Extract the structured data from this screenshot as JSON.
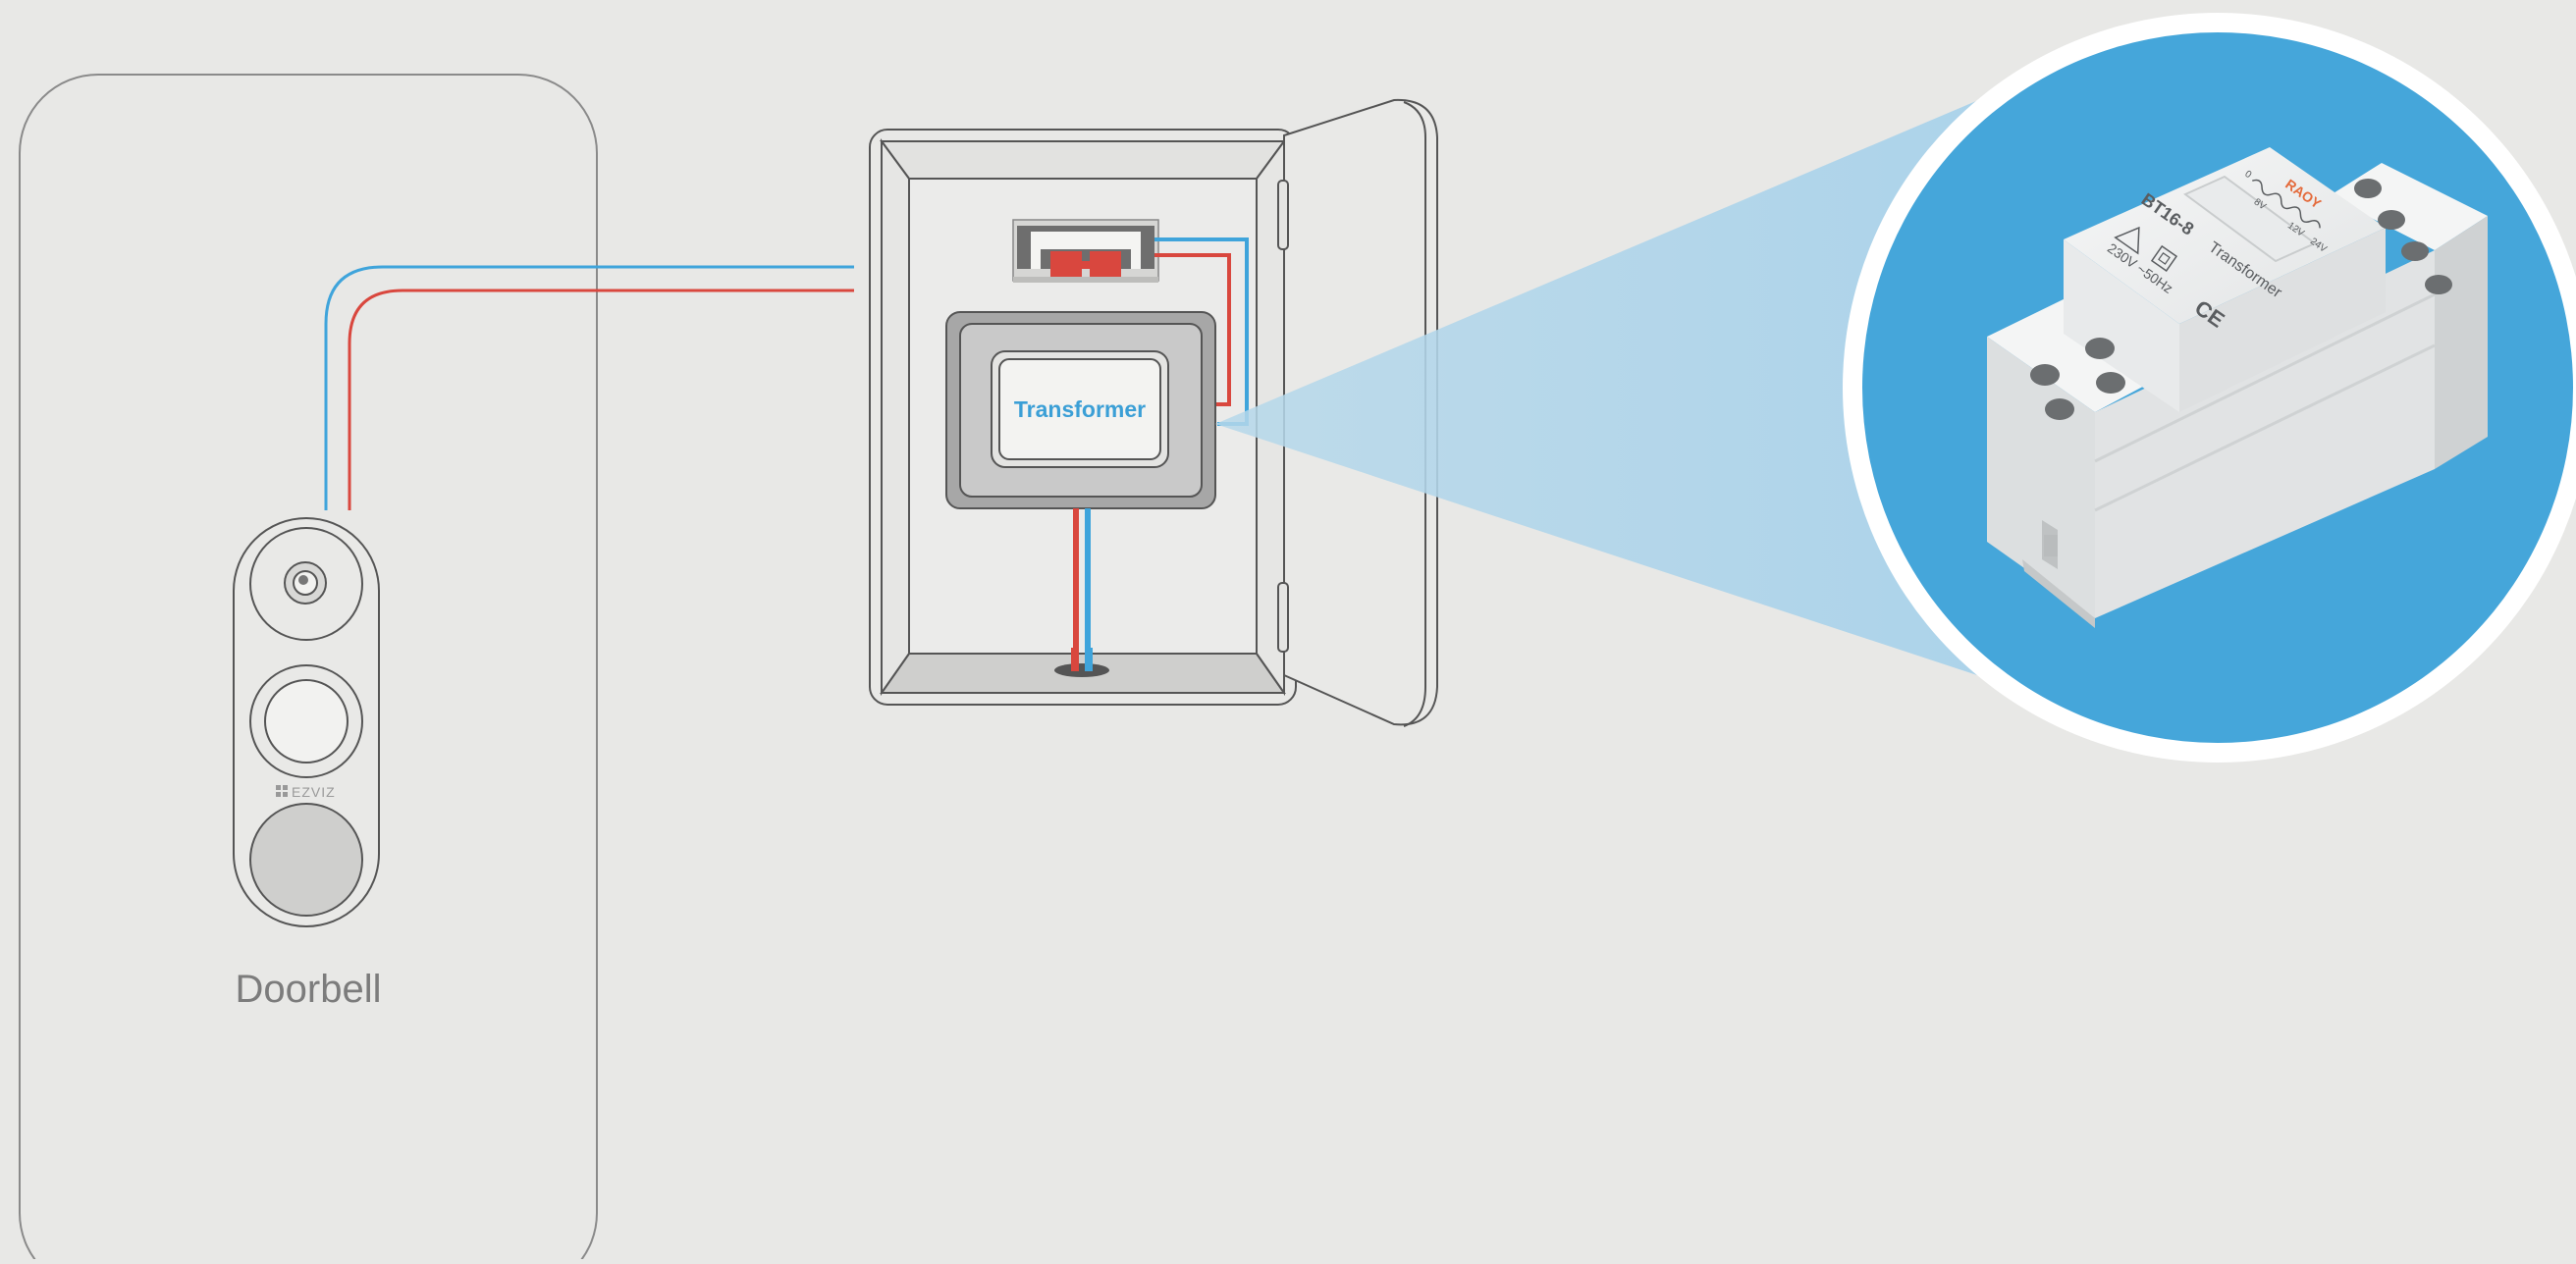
{
  "colors": {
    "background": "#e8e8e6",
    "wire_blue": "#3fa4db",
    "wire_red": "#d9473e",
    "outline": "#555555",
    "accent_blue": "#45a6da",
    "terminal_red": "#d9473e",
    "device_white": "#f2f3f3"
  },
  "doorbell": {
    "label": "Doorbell",
    "brand": "EZVIZ"
  },
  "transformer_box": {
    "label": "Transformer"
  },
  "magnified_device": {
    "model": "BT16-8",
    "name": "Transformer",
    "rating": "230V ~50Hz",
    "brand": "RAOY",
    "ce_mark": "CE",
    "terminal_marks": [
      "0",
      "8V",
      "12V",
      "24V"
    ]
  },
  "icons": [
    "camera-lens-icon",
    "motion-sensor-icon",
    "ezviz-logo-icon",
    "doorbell-button-icon"
  ]
}
